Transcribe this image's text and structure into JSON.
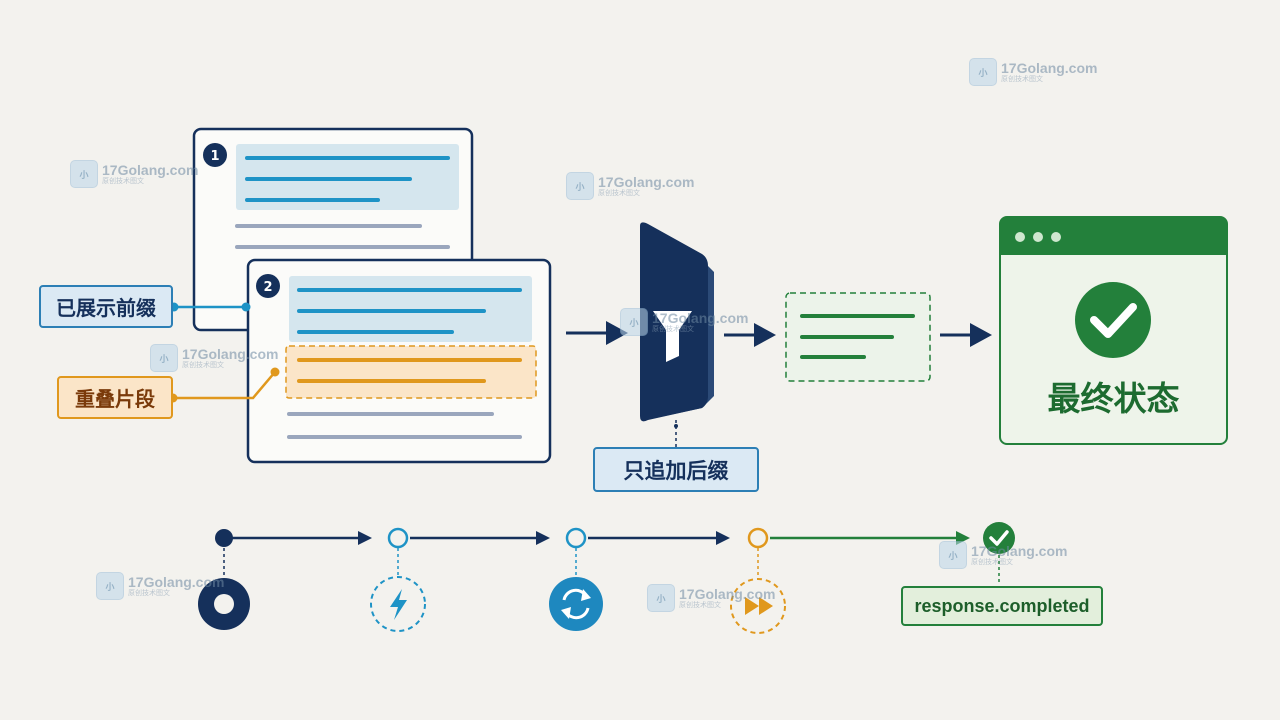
{
  "labels": {
    "shown_prefix": "已展示前缀",
    "overlap_fragment": "重叠片段",
    "append_suffix_only": "只追加后缀",
    "final_state": "最终状态",
    "response_completed": "response.completed"
  },
  "doc_badges": [
    "1",
    "2"
  ],
  "watermark": {
    "site": "17Golang.com",
    "sub": "原创技术图文"
  },
  "icons": {
    "filter": "funnel-icon",
    "check": "check-circle-icon",
    "timeline": [
      "start-dot-icon",
      "lightning-icon",
      "refresh-icon",
      "fast-forward-icon",
      "check-circle-icon"
    ]
  },
  "colors": {
    "navy": "#15305b",
    "blue": "#1e93c6",
    "orange": "#e0981d",
    "green": "#23803b",
    "gray": "#9aa6bd"
  }
}
